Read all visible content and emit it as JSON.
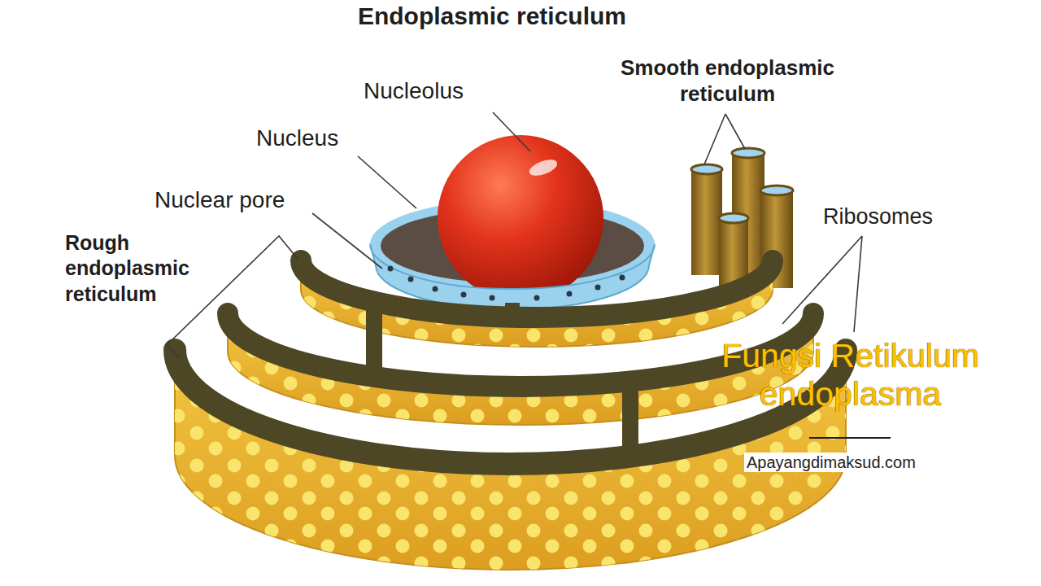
{
  "diagram": {
    "title": "Endoplasmic reticulum",
    "labels": [
      "Nucleolus",
      "Smooth endoplasmic reticulum",
      "Nucleus",
      "Nuclear pore",
      "Ribosomes",
      "Rough endoplasmic reticulum",
      "Fungsi Retikulum endoplasma",
      "Apayangdimaksud.com"
    ]
  }
}
